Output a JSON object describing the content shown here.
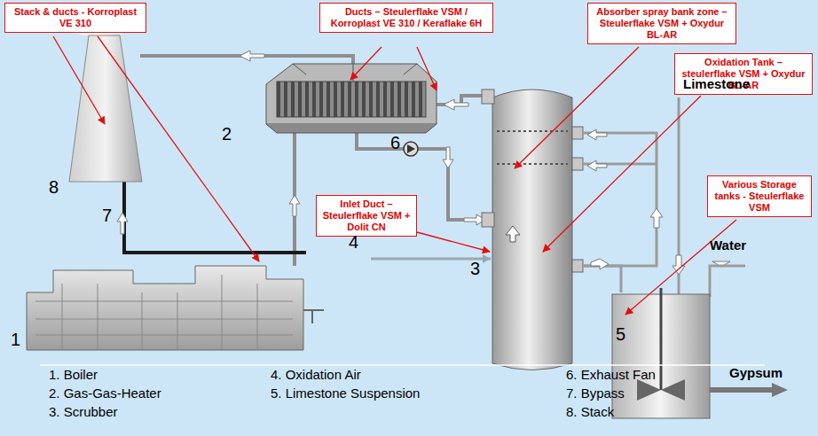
{
  "diagram": {
    "nodes": [
      {
        "text": [
          "Stack & ducts - Korroplast VE 310"
        ]
      },
      {
        "text": [
          "Ducts – Steulerflake VSM / Korroplast VE 310 / Keraflake 6H"
        ]
      },
      {
        "text": [
          "Absorber spray bank zone – Steulerflake VSM + Oxydur BL-AR"
        ]
      },
      {
        "text": [
          "Oxidation Tank – steulerflake VSM + Oxydur BL-AR"
        ]
      },
      {
        "text": [
          "Various Storage tanks - Steulerflake VSM"
        ]
      },
      {
        "text": [
          "Inlet Duct – Steulerflake VSM + Dolit CN"
        ]
      }
    ],
    "labels": [
      "8",
      "7",
      "1",
      "2",
      "6",
      "4",
      "3",
      "5",
      "Limestone",
      "Water",
      "Gypsum",
      "1. Boiler",
      "2. Gas-Gas-Heater",
      "3. Scrubber",
      "4. Oxidation Air",
      "5. Limestone Suspension",
      "6. Exhaust Fan",
      "7. Bypass",
      "8. Stack"
    ]
  }
}
